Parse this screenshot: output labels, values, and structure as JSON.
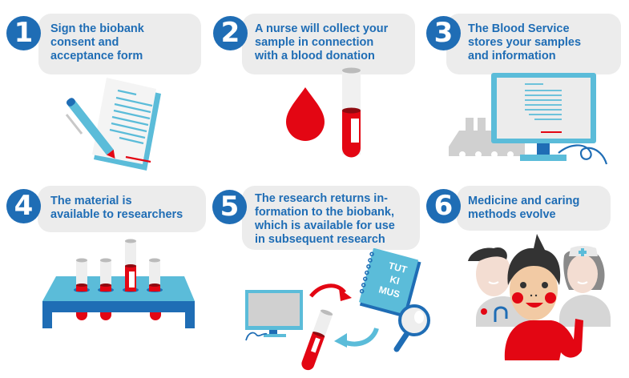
{
  "steps": [
    {
      "number": "1",
      "text_lines": [
        "Sign the biobank",
        "consent and",
        "acceptance form"
      ],
      "illustration": "pen-and-document"
    },
    {
      "number": "2",
      "text_lines": [
        "A nurse will collect your",
        "sample in connection",
        "with a blood donation"
      ],
      "illustration": "blood-drop-and-test-tube"
    },
    {
      "number": "3",
      "text_lines": [
        "The Blood Service",
        "stores your samples",
        "and information"
      ],
      "illustration": "computer-monitor-and-sample-rack"
    },
    {
      "number": "4",
      "text_lines": [
        "The material is",
        "available to researchers"
      ],
      "illustration": "test-tube-rack"
    },
    {
      "number": "5",
      "text_lines": [
        "The research returns in-",
        "formation to the biobank,",
        "which is available for use",
        "in subsequent research"
      ],
      "illustration": "research-cycle"
    },
    {
      "number": "6",
      "text_lines": [
        "Medicine and caring",
        "methods evolve"
      ],
      "illustration": "doctor-patient-nurse"
    }
  ],
  "notebook_label_lines": [
    "TUT",
    "KI",
    "MUS"
  ],
  "colors": {
    "step_blue": "#1f6db5",
    "light_blue": "#5bbcd9",
    "blood_red": "#e30613",
    "bubble_gray": "#ececec"
  }
}
